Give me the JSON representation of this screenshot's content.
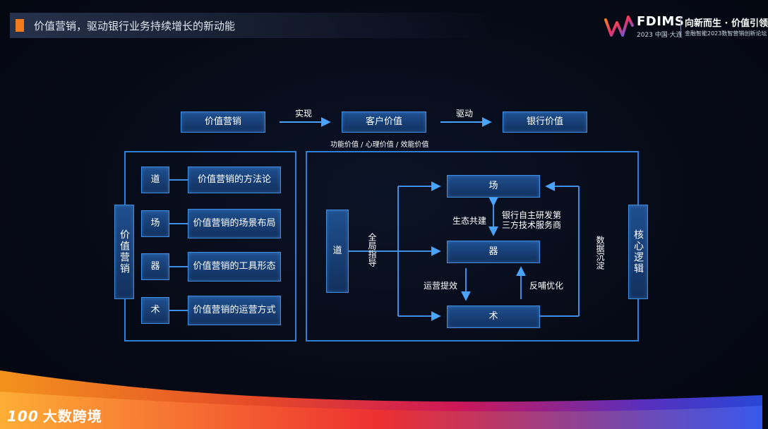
{
  "header": {
    "title": "价值营销，驱动银行业务持续增长的新动能"
  },
  "logo": {
    "name": "FDIMS",
    "location": "2023 中国·大连",
    "slogan": "向新而生 · 价值引领",
    "forum": "金融智能2023数智营销创新论坛"
  },
  "top_flow": {
    "box1": "价值营销",
    "arrow1": "实现",
    "box2": "客户价值",
    "arrow2": "驱动",
    "box3": "银行价值",
    "sublabel": "功能价值 / 心理价值 / 效能价值"
  },
  "left_panel": {
    "side_label": "价值营销",
    "rows": [
      {
        "key": "道",
        "desc": "价值营销的方法论"
      },
      {
        "key": "场",
        "desc": "价值营销的场景布局"
      },
      {
        "key": "器",
        "desc": "价值营销的工具形态"
      },
      {
        "key": "术",
        "desc": "价值营销的运营方式"
      }
    ]
  },
  "right_panel": {
    "side_label": "核心逻辑",
    "dao": "道",
    "chang": "场",
    "qi": "器",
    "shu": "术",
    "guidance": "全局指导",
    "ecosystem": "生态共建",
    "rnd": "银行自主研发第三方技术服务商",
    "ops": "运营提效",
    "feedback": "反哺优化",
    "data": "数据沉淀"
  },
  "footer": {
    "brand_mark": "100",
    "brand": "大数跨境"
  }
}
